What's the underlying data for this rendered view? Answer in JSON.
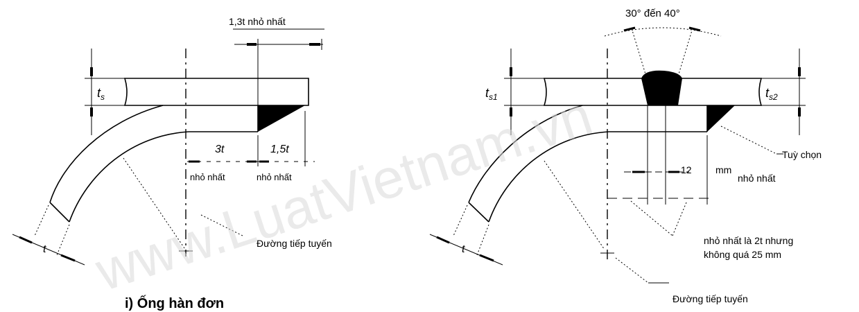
{
  "watermark": "www.LuatVietnam.vn",
  "left_diagram": {
    "caption": "i) Ống hàn đơn",
    "top_dim": "1,3t nhỏ nhất",
    "ts_label": "t",
    "ts_sub": "s",
    "dim_3t": "3t",
    "dim_15t": "1,5t",
    "min_a": "nhỏ nhất",
    "min_b": "nhỏ nhất",
    "t_label": "t",
    "tangent": "Đường tiếp tuyến"
  },
  "right_diagram": {
    "angle_label": "30° đến 40°",
    "ts1_label": "t",
    "ts1_sub": "s1",
    "ts2_label": "t",
    "ts2_sub": "s2",
    "optional": "Tuỳ chọn",
    "gap_value": "12",
    "gap_unit": "mm",
    "gap_min": "nhỏ nhất",
    "rule_line1": "nhỏ nhất là 2t nhưng",
    "rule_line2": "không quá 25 mm",
    "t_label": "t",
    "tangent": "Đường tiếp tuyến"
  }
}
